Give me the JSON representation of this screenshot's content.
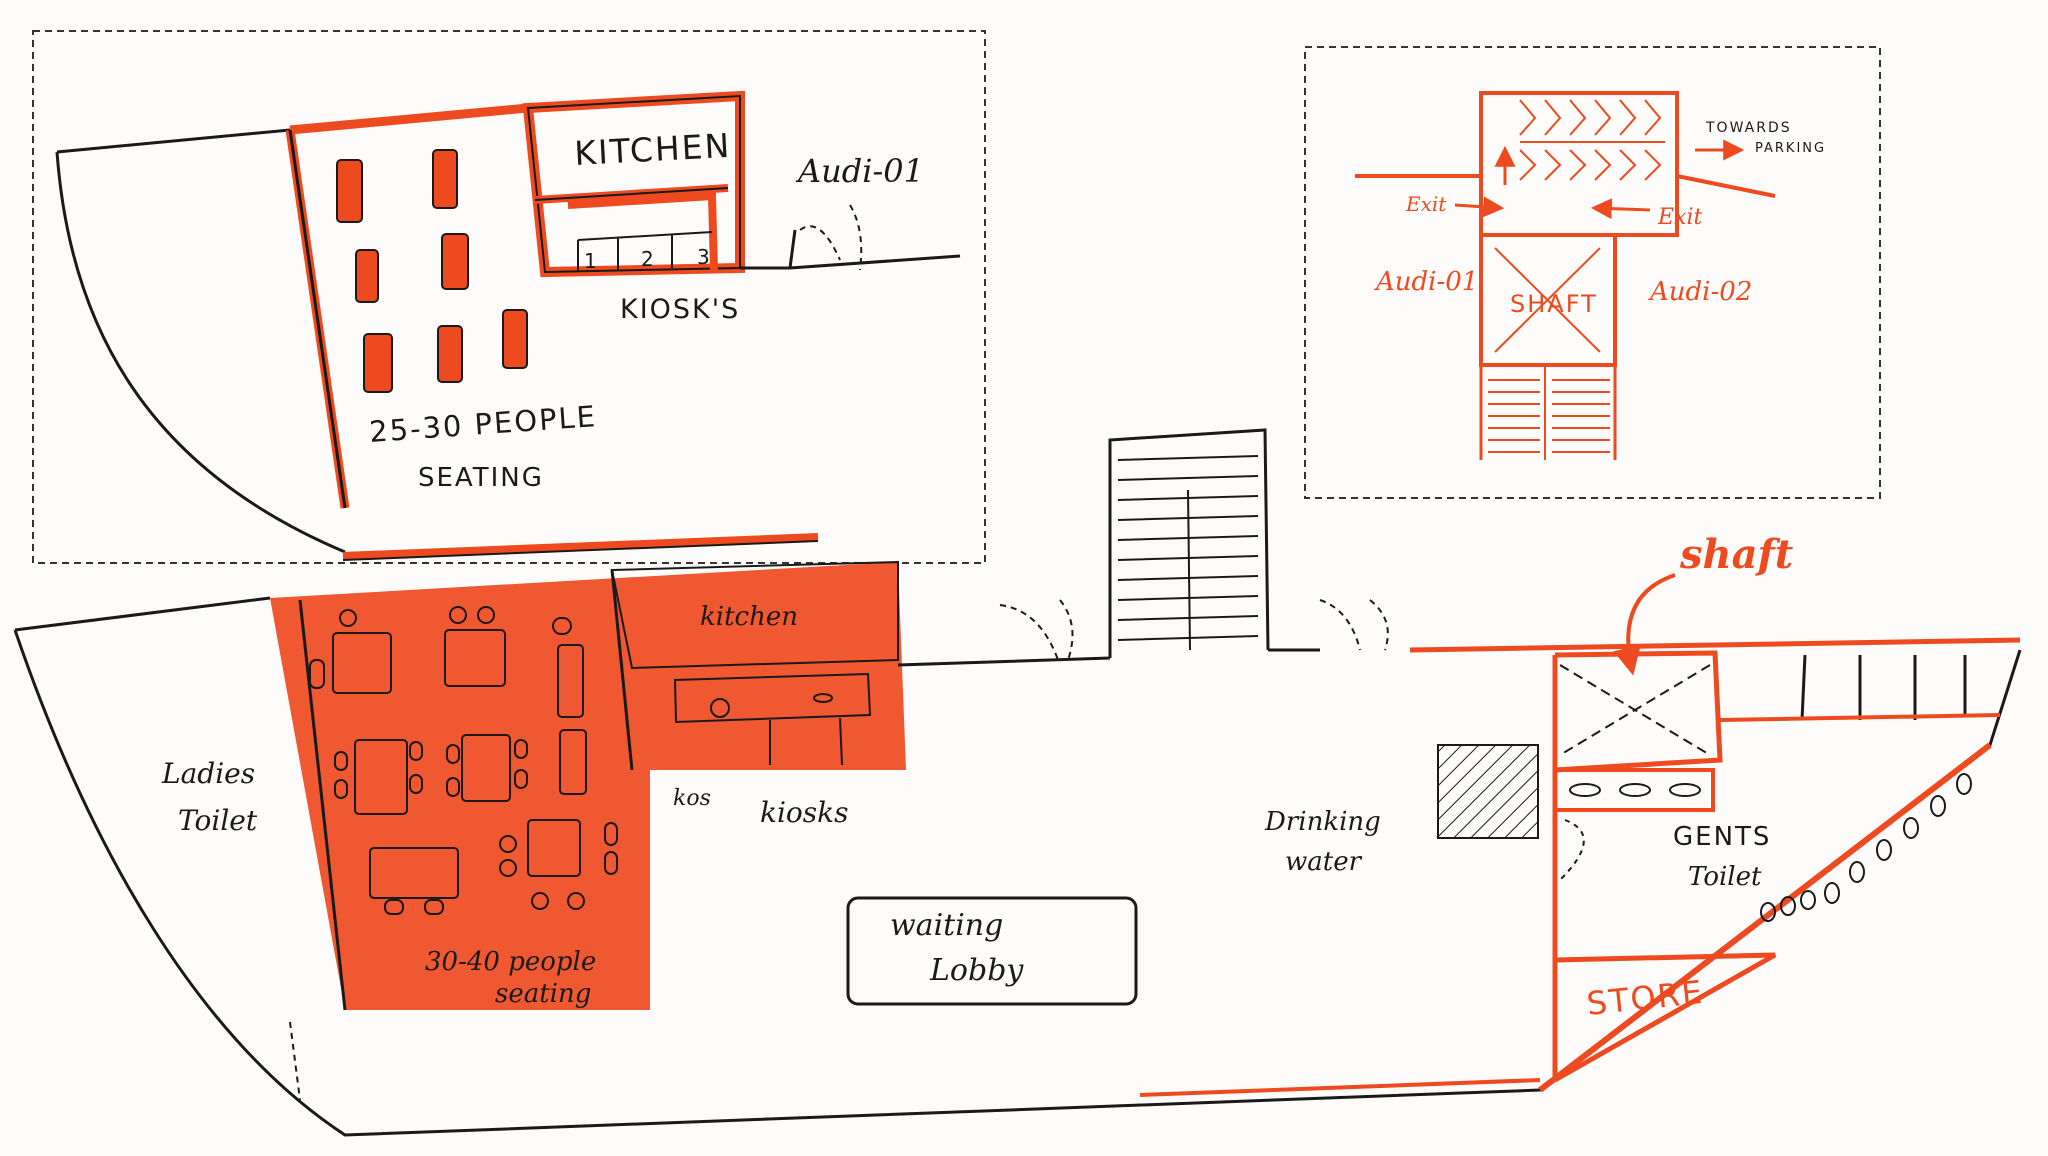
{
  "colors": {
    "marker": "#ee4a1f",
    "ink": "#1a1a1a",
    "paper": "#fdfcfa"
  },
  "inset_left": {
    "kitchen": "KITCHEN",
    "audi": "Audi-01",
    "kiosks": "KIOSK'S",
    "kiosk_numbers": [
      "1",
      "2",
      "3"
    ],
    "seating_line1": "25-30 PEOPLE",
    "seating_line2": "SEATING"
  },
  "inset_right": {
    "towards_line1": "TOWARDS",
    "towards_line2": "PARKING",
    "exit_left": "Exit",
    "exit_right": "Exit",
    "audi_left": "Audi-01",
    "audi_right": "Audi-02",
    "shaft": "SHAFT"
  },
  "plan": {
    "kitchen": "kitchen",
    "kiosks": "kiosks",
    "kiosk_short": "kos",
    "ladies_line1": "Ladies",
    "ladies_line2": "Toilet",
    "seating_line1": "30-40 people",
    "seating_line2": "seating",
    "lobby_line1": "waiting",
    "lobby_line2": "Lobby",
    "water_line1": "Drinking",
    "water_line2": "water",
    "gents_line1": "GENTS",
    "gents_line2": "Toilet",
    "store": "STORE",
    "shaft": "shaft"
  }
}
